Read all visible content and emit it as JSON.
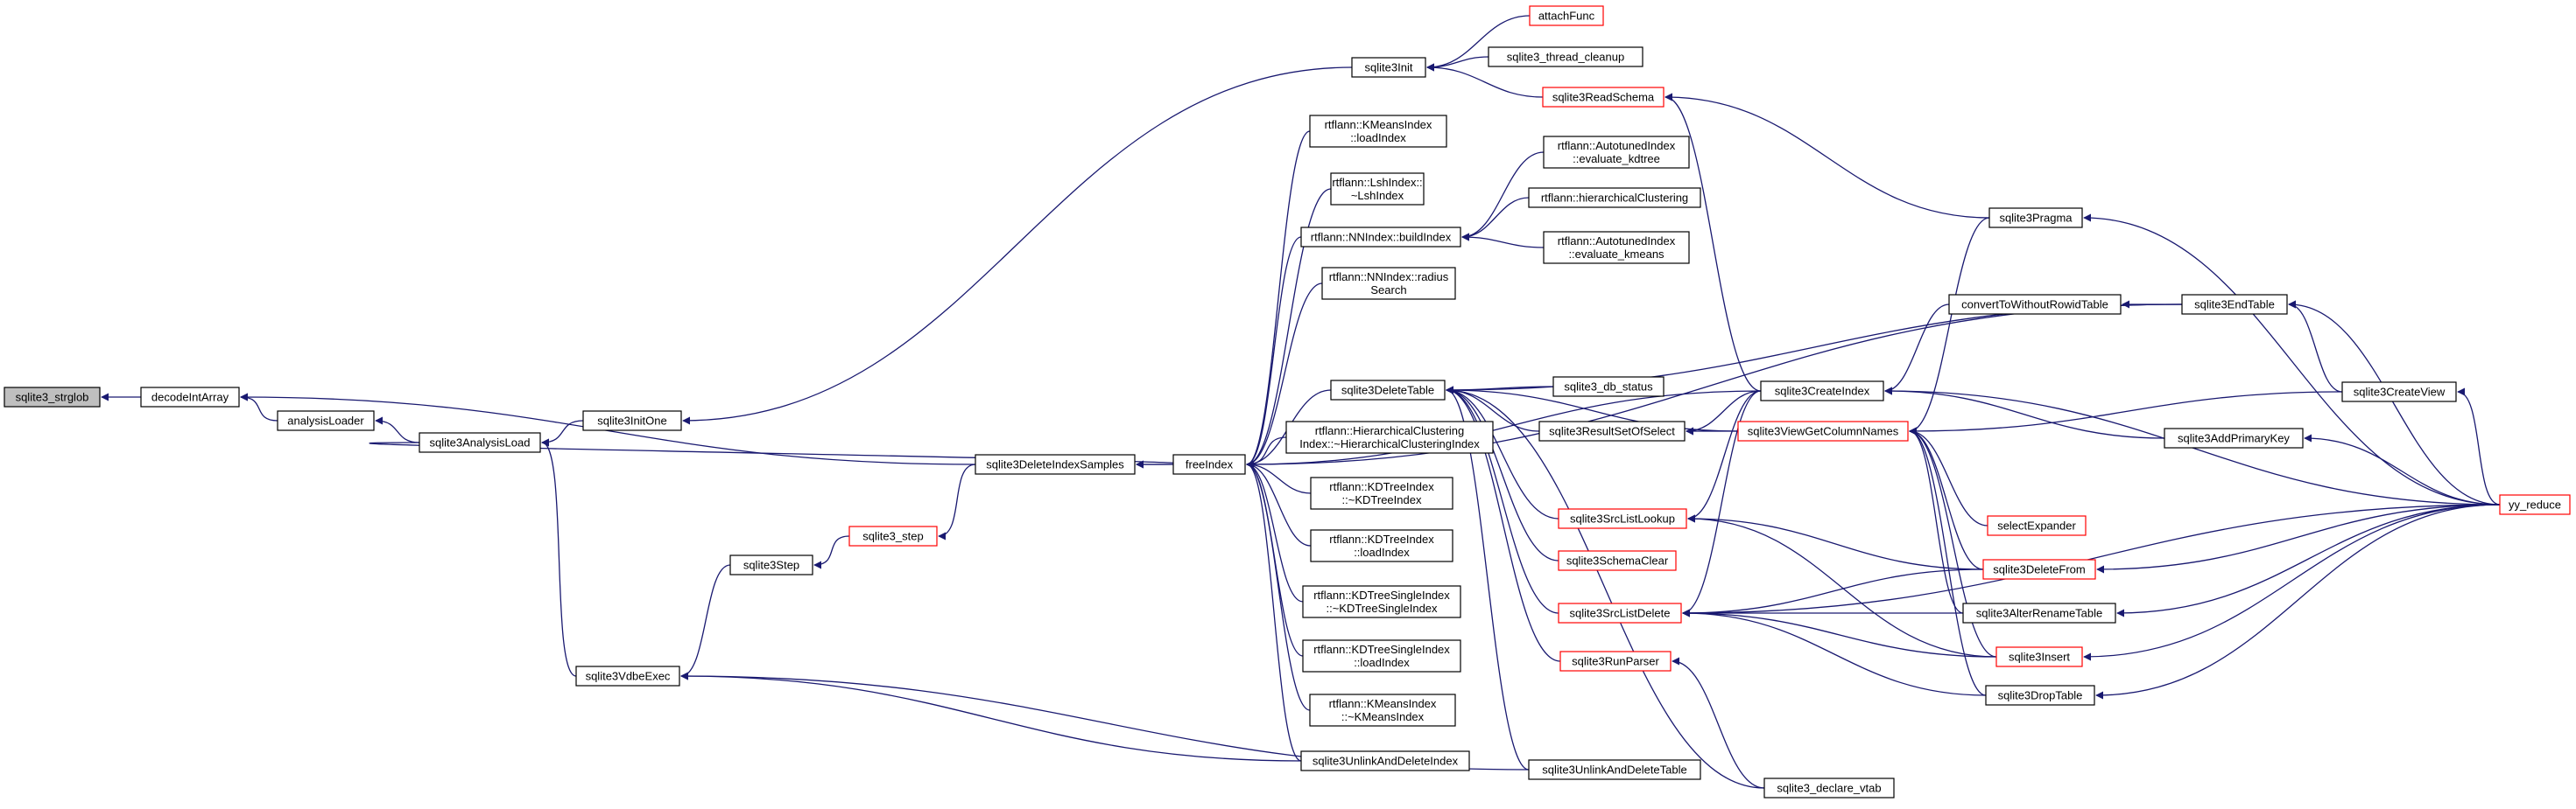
{
  "nodes": {
    "sqlite3_strglob": {
      "label": [
        "sqlite3_strglob"
      ],
      "style": "current"
    },
    "decodeIntArray": {
      "label": [
        "decodeIntArray"
      ],
      "style": "normal"
    },
    "analysisLoader": {
      "label": [
        "analysisLoader"
      ],
      "style": "normal"
    },
    "sqlite3AnalysisLoad": {
      "label": [
        "sqlite3AnalysisLoad"
      ],
      "style": "normal"
    },
    "sqlite3InitOne": {
      "label": [
        "sqlite3InitOne"
      ],
      "style": "normal"
    },
    "sqlite3VdbeExec": {
      "label": [
        "sqlite3VdbeExec"
      ],
      "style": "normal"
    },
    "sqlite3Step": {
      "label": [
        "sqlite3Step"
      ],
      "style": "normal"
    },
    "sqlite3_step": {
      "label": [
        "sqlite3_step"
      ],
      "style": "link-red"
    },
    "sqlite3DeleteIndexSamples": {
      "label": [
        "sqlite3DeleteIndexSamples"
      ],
      "style": "normal"
    },
    "freeIndex": {
      "label": [
        "freeIndex"
      ],
      "style": "normal"
    },
    "sqlite3Init": {
      "label": [
        "sqlite3Init"
      ],
      "style": "normal"
    },
    "attachFunc": {
      "label": [
        "attachFunc"
      ],
      "style": "link-red"
    },
    "sqlite3_thread_cleanup": {
      "label": [
        "sqlite3_thread_cleanup"
      ],
      "style": "normal"
    },
    "sqlite3ReadSchema": {
      "label": [
        "sqlite3ReadSchema"
      ],
      "style": "link-red"
    },
    "kmeans_load": {
      "label": [
        "rtflann::KMeansIndex",
        "::loadIndex"
      ],
      "style": "normal"
    },
    "lsh_dtor": {
      "label": [
        "rtflann::LshIndex::",
        "~LshIndex"
      ],
      "style": "normal"
    },
    "nn_build": {
      "label": [
        "rtflann::NNIndex::buildIndex"
      ],
      "style": "normal"
    },
    "nn_radius": {
      "label": [
        "rtflann::NNIndex::radius",
        "Search"
      ],
      "style": "normal"
    },
    "sqlite3DeleteTable": {
      "label": [
        "sqlite3DeleteTable"
      ],
      "style": "normal"
    },
    "hc_dtor": {
      "label": [
        "rtflann::HierarchicalClustering",
        "Index::~HierarchicalClusteringIndex"
      ],
      "style": "normal"
    },
    "kd_dtor": {
      "label": [
        "rtflann::KDTreeIndex",
        "::~KDTreeIndex"
      ],
      "style": "normal"
    },
    "kd_load": {
      "label": [
        "rtflann::KDTreeIndex",
        "::loadIndex"
      ],
      "style": "normal"
    },
    "kds_dtor": {
      "label": [
        "rtflann::KDTreeSingleIndex",
        "::~KDTreeSingleIndex"
      ],
      "style": "normal"
    },
    "kds_load": {
      "label": [
        "rtflann::KDTreeSingleIndex",
        "::loadIndex"
      ],
      "style": "normal"
    },
    "kmeans_dtor": {
      "label": [
        "rtflann::KMeansIndex",
        "::~KMeansIndex"
      ],
      "style": "normal"
    },
    "sqlite3UnlinkAndDeleteIndex": {
      "label": [
        "sqlite3UnlinkAndDeleteIndex"
      ],
      "style": "normal"
    },
    "auto_kdtree": {
      "label": [
        "rtflann::AutotunedIndex",
        "::evaluate_kdtree"
      ],
      "style": "normal"
    },
    "hier_clust": {
      "label": [
        "rtflann::hierarchicalClustering"
      ],
      "style": "normal"
    },
    "auto_kmeans": {
      "label": [
        "rtflann::AutotunedIndex",
        "::evaluate_kmeans"
      ],
      "style": "normal"
    },
    "sqlite3_db_status": {
      "label": [
        "sqlite3_db_status"
      ],
      "style": "normal"
    },
    "sqlite3ResultSetOfSelect": {
      "label": [
        "sqlite3ResultSetOfSelect"
      ],
      "style": "normal"
    },
    "sqlite3SrcListLookup": {
      "label": [
        "sqlite3SrcListLookup"
      ],
      "style": "link-red"
    },
    "sqlite3SchemaClear": {
      "label": [
        "sqlite3SchemaClear"
      ],
      "style": "link-red"
    },
    "sqlite3SrcListDelete": {
      "label": [
        "sqlite3SrcListDelete"
      ],
      "style": "link-red"
    },
    "sqlite3RunParser": {
      "label": [
        "sqlite3RunParser"
      ],
      "style": "link-red"
    },
    "sqlite3UnlinkAndDeleteTable": {
      "label": [
        "sqlite3UnlinkAndDeleteTable"
      ],
      "style": "normal"
    },
    "sqlite3_declare_vtab": {
      "label": [
        "sqlite3_declare_vtab"
      ],
      "style": "normal"
    },
    "sqlite3CreateIndex": {
      "label": [
        "sqlite3CreateIndex"
      ],
      "style": "normal"
    },
    "sqlite3ViewGetColumnNames": {
      "label": [
        "sqlite3ViewGetColumnNames"
      ],
      "style": "link-red"
    },
    "sqlite3Pragma": {
      "label": [
        "sqlite3Pragma"
      ],
      "style": "normal"
    },
    "convertToWithoutRowidTable": {
      "label": [
        "convertToWithoutRowidTable"
      ],
      "style": "normal"
    },
    "sqlite3EndTable": {
      "label": [
        "sqlite3EndTable"
      ],
      "style": "normal"
    },
    "sqlite3CreateView": {
      "label": [
        "sqlite3CreateView"
      ],
      "style": "normal"
    },
    "sqlite3AddPrimaryKey": {
      "label": [
        "sqlite3AddPrimaryKey"
      ],
      "style": "normal"
    },
    "selectExpander": {
      "label": [
        "selectExpander"
      ],
      "style": "link-red"
    },
    "sqlite3DeleteFrom": {
      "label": [
        "sqlite3DeleteFrom"
      ],
      "style": "link-red"
    },
    "sqlite3AlterRenameTable": {
      "label": [
        "sqlite3AlterRenameTable"
      ],
      "style": "normal"
    },
    "sqlite3Insert": {
      "label": [
        "sqlite3Insert"
      ],
      "style": "link-red"
    },
    "sqlite3DropTable": {
      "label": [
        "sqlite3DropTable"
      ],
      "style": "normal"
    },
    "yy_reduce": {
      "label": [
        "yy_reduce"
      ],
      "style": "link-red"
    }
  },
  "edges": [
    [
      "decodeIntArray",
      "sqlite3_strglob"
    ],
    [
      "analysisLoader",
      "decodeIntArray"
    ],
    [
      "sqlite3DeleteIndexSamples",
      "decodeIntArray"
    ],
    [
      "sqlite3AnalysisLoad",
      "analysisLoader"
    ],
    [
      "sqlite3InitOne",
      "sqlite3AnalysisLoad"
    ],
    [
      "sqlite3VdbeExec",
      "sqlite3AnalysisLoad"
    ],
    [
      "sqlite3Step",
      "sqlite3VdbeExec"
    ],
    [
      "sqlite3_step",
      "sqlite3Step"
    ],
    [
      "sqlite3DeleteIndexSamples",
      "sqlite3_step"
    ],
    [
      "sqlite3UnlinkAndDeleteIndex",
      "sqlite3VdbeExec"
    ],
    [
      "sqlite3UnlinkAndDeleteTable",
      "sqlite3VdbeExec"
    ],
    [
      "sqlite3Init",
      "sqlite3InitOne"
    ],
    [
      "sqlite3AnalysisLoad",
      "sqlite3DeleteIndexSamples"
    ],
    [
      "freeIndex",
      "sqlite3DeleteIndexSamples"
    ],
    [
      "attachFunc",
      "sqlite3Init"
    ],
    [
      "sqlite3_thread_cleanup",
      "sqlite3Init"
    ],
    [
      "sqlite3ReadSchema",
      "sqlite3Init"
    ],
    [
      "kmeans_load",
      "freeIndex"
    ],
    [
      "lsh_dtor",
      "freeIndex"
    ],
    [
      "nn_build",
      "freeIndex"
    ],
    [
      "nn_radius",
      "freeIndex"
    ],
    [
      "sqlite3DeleteTable",
      "freeIndex"
    ],
    [
      "hc_dtor",
      "freeIndex"
    ],
    [
      "kd_dtor",
      "freeIndex"
    ],
    [
      "kd_load",
      "freeIndex"
    ],
    [
      "kds_dtor",
      "freeIndex"
    ],
    [
      "kds_load",
      "freeIndex"
    ],
    [
      "kmeans_dtor",
      "freeIndex"
    ],
    [
      "sqlite3UnlinkAndDeleteIndex",
      "freeIndex"
    ],
    [
      "sqlite3CreateIndex",
      "freeIndex"
    ],
    [
      "sqlite3EndTable",
      "freeIndex"
    ],
    [
      "auto_kdtree",
      "nn_build"
    ],
    [
      "hier_clust",
      "nn_build"
    ],
    [
      "auto_kmeans",
      "nn_build"
    ],
    [
      "sqlite3_db_status",
      "sqlite3DeleteTable"
    ],
    [
      "sqlite3ResultSetOfSelect",
      "sqlite3DeleteTable"
    ],
    [
      "sqlite3SrcListLookup",
      "sqlite3DeleteTable"
    ],
    [
      "sqlite3SchemaClear",
      "sqlite3DeleteTable"
    ],
    [
      "sqlite3SrcListDelete",
      "sqlite3DeleteTable"
    ],
    [
      "sqlite3RunParser",
      "sqlite3DeleteTable"
    ],
    [
      "sqlite3UnlinkAndDeleteTable",
      "sqlite3DeleteTable"
    ],
    [
      "sqlite3_declare_vtab",
      "sqlite3DeleteTable"
    ],
    [
      "sqlite3ViewGetColumnNames",
      "sqlite3DeleteTable"
    ],
    [
      "sqlite3EndTable",
      "sqlite3DeleteTable"
    ],
    [
      "sqlite3Pragma",
      "sqlite3ReadSchema"
    ],
    [
      "sqlite3CreateIndex",
      "sqlite3ReadSchema"
    ],
    [
      "sqlite3ViewGetColumnNames",
      "sqlite3ResultSetOfSelect"
    ],
    [
      "sqlite3CreateIndex",
      "sqlite3ResultSetOfSelect"
    ],
    [
      "sqlite3CreateIndex",
      "sqlite3SrcListLookup"
    ],
    [
      "sqlite3DeleteFrom",
      "sqlite3SrcListLookup"
    ],
    [
      "sqlite3Insert",
      "sqlite3SrcListLookup"
    ],
    [
      "sqlite3CreateIndex",
      "sqlite3SrcListDelete"
    ],
    [
      "sqlite3DeleteFrom",
      "sqlite3SrcListDelete"
    ],
    [
      "sqlite3AlterRenameTable",
      "sqlite3SrcListDelete"
    ],
    [
      "sqlite3Insert",
      "sqlite3SrcListDelete"
    ],
    [
      "sqlite3DropTable",
      "sqlite3SrcListDelete"
    ],
    [
      "yy_reduce",
      "sqlite3SrcListDelete"
    ],
    [
      "sqlite3_declare_vtab",
      "sqlite3RunParser"
    ],
    [
      "convertToWithoutRowidTable",
      "sqlite3CreateIndex"
    ],
    [
      "sqlite3AddPrimaryKey",
      "sqlite3CreateIndex"
    ],
    [
      "yy_reduce",
      "sqlite3CreateIndex"
    ],
    [
      "sqlite3Pragma",
      "sqlite3ViewGetColumnNames"
    ],
    [
      "sqlite3CreateView",
      "sqlite3ViewGetColumnNames"
    ],
    [
      "selectExpander",
      "sqlite3ViewGetColumnNames"
    ],
    [
      "sqlite3DeleteFrom",
      "sqlite3ViewGetColumnNames"
    ],
    [
      "sqlite3AlterRenameTable",
      "sqlite3ViewGetColumnNames"
    ],
    [
      "sqlite3Insert",
      "sqlite3ViewGetColumnNames"
    ],
    [
      "sqlite3DropTable",
      "sqlite3ViewGetColumnNames"
    ],
    [
      "yy_reduce",
      "sqlite3Pragma"
    ],
    [
      "sqlite3EndTable",
      "convertToWithoutRowidTable"
    ],
    [
      "sqlite3CreateView",
      "sqlite3EndTable"
    ],
    [
      "yy_reduce",
      "sqlite3EndTable"
    ],
    [
      "yy_reduce",
      "sqlite3CreateView"
    ],
    [
      "yy_reduce",
      "sqlite3AddPrimaryKey"
    ],
    [
      "yy_reduce",
      "sqlite3DeleteFrom"
    ],
    [
      "yy_reduce",
      "sqlite3AlterRenameTable"
    ],
    [
      "yy_reduce",
      "sqlite3Insert"
    ],
    [
      "yy_reduce",
      "sqlite3DropTable"
    ]
  ]
}
